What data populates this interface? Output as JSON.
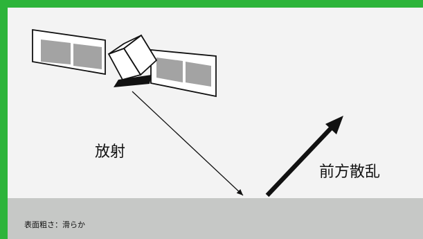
{
  "labels": {
    "emission": "放射",
    "forward_scatter": "前方散乱",
    "surface_roughness": "表面粗さ：滑らか"
  },
  "colors": {
    "frame": "#2db43a",
    "background": "#f3f3f3",
    "ground": "#c6c8c6",
    "solar_cell": "#a3a3a3",
    "ink": "#111111"
  },
  "icons": {
    "satellite": "satellite-icon"
  }
}
